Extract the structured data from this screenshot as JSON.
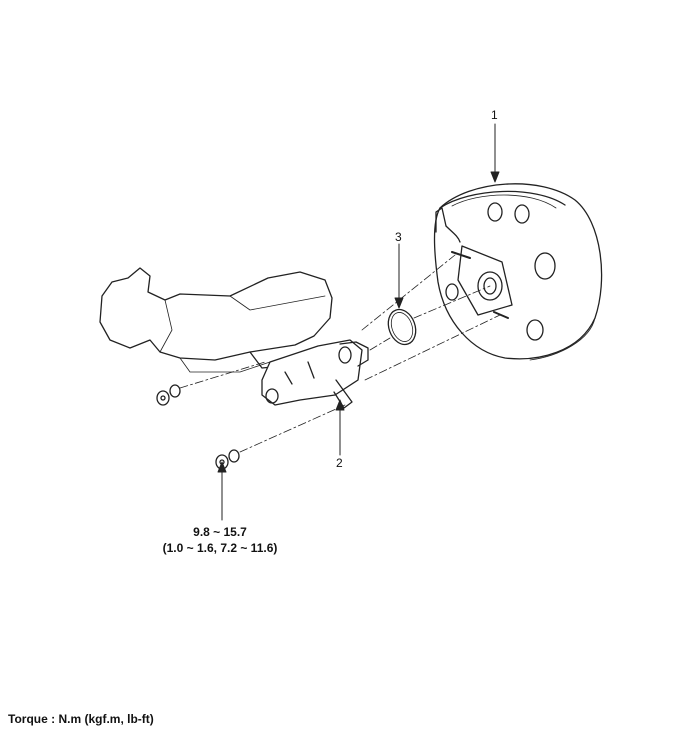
{
  "callouts": {
    "booster": "1",
    "master_cylinder": "2",
    "o_ring": "3"
  },
  "torque_spec": {
    "nm": "9.8 ~ 15.7",
    "alt_units": "(1.0 ~ 1.6, 7.2 ~ 11.6)"
  },
  "footer": {
    "torque_units": "Torque : N.m (kgf.m, lb-ft)"
  }
}
